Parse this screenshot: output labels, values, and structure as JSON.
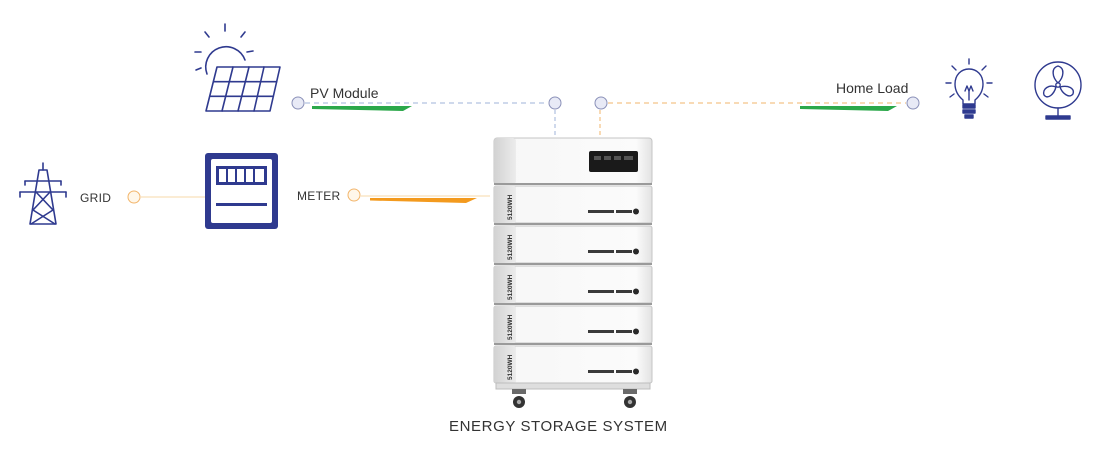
{
  "labels": {
    "pv_module": "PV Module",
    "home_load": "Home Load",
    "grid": "GRID",
    "meter": "METER",
    "system": "ENERGY STORAGE SYSTEM"
  },
  "modules": [
    {
      "capacity": "5120WH"
    },
    {
      "capacity": "5120WH"
    },
    {
      "capacity": "5120WH"
    },
    {
      "capacity": "5120WH"
    },
    {
      "capacity": "5120WH"
    }
  ],
  "colors": {
    "icon_blue": "#2f3a8f",
    "solar_flow": "#2ba84a",
    "grid_flow": "#f39a1e",
    "pv_dash": "#9fb3d8",
    "load_dash": "#f2b56b",
    "node_fill": "#e8eaf6",
    "node_stroke": "#8a90b8"
  }
}
